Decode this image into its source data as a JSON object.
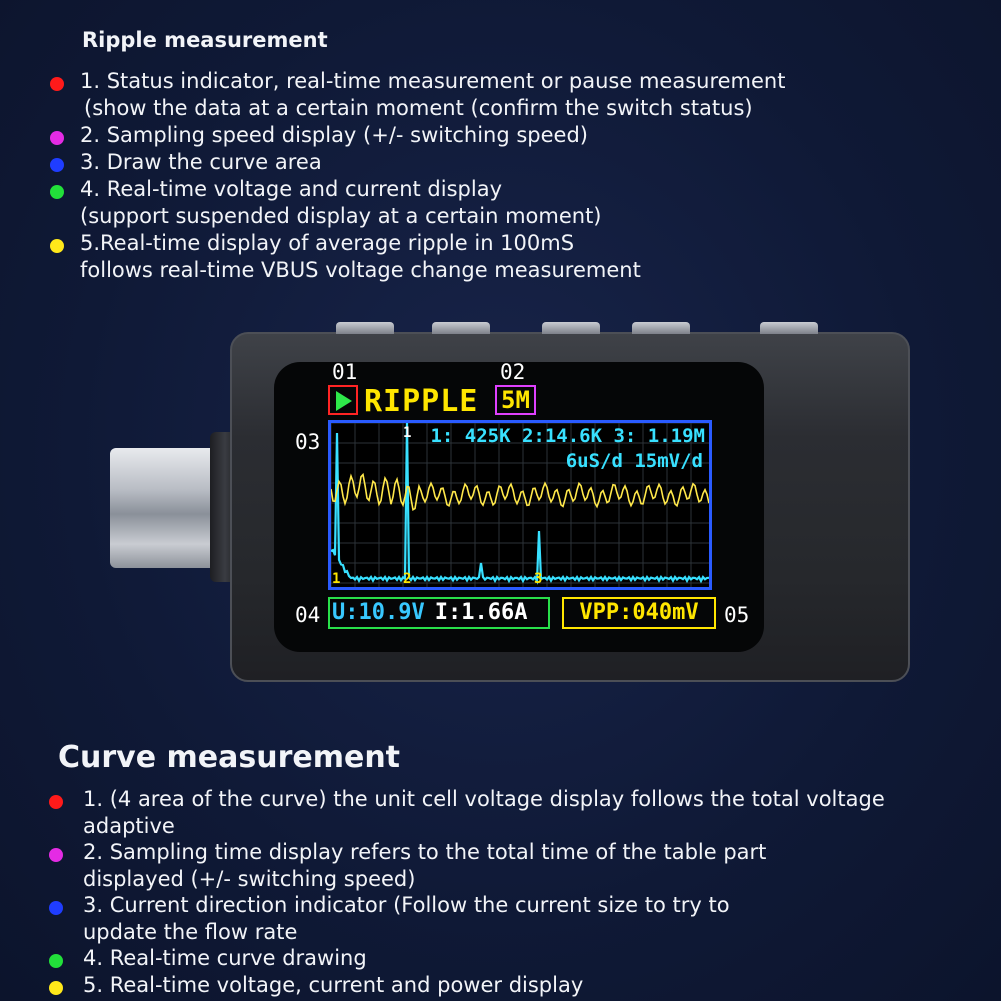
{
  "ripple": {
    "heading": "Ripple measurement",
    "items": [
      {
        "color": "#ff1a1a",
        "line1": "1. Status indicator, real-time measurement or pause measurement",
        "line2": "(show the data at a certain moment (confirm the switch status)"
      },
      {
        "color": "#e42be4",
        "line1": "2. Sampling speed display (+/- switching speed)",
        "line2": ""
      },
      {
        "color": "#1f3dff",
        "line1": "3. Draw the curve area",
        "line2": ""
      },
      {
        "color": "#22e03a",
        "line1": "4. Real-time voltage and current display",
        "line2": "(support suspended display at a certain moment)"
      },
      {
        "color": "#ffe81a",
        "line1": "5.Real-time display of average ripple in 100mS",
        "line2": "follows real-time VBUS voltage change measurement"
      }
    ]
  },
  "device": {
    "labels": {
      "l01": "01",
      "l02": "02",
      "l03": "03",
      "l04": "04",
      "l05": "05"
    },
    "mode": "RIPPLE",
    "speed": "5M",
    "freq_readout": "1: 425K 2:14.6K 3: 1.19M",
    "scale_readout": "6uS/d 15mV/d",
    "markers": {
      "m1": "1",
      "m2": "1",
      "m3": "2",
      "m4": "3"
    },
    "voltage": "U:10.9V",
    "current": "I:1.66A",
    "vpp": "VPP:040mV"
  },
  "curve": {
    "heading": "Curve measurement",
    "items": [
      {
        "color": "#ff1a1a",
        "line1": "1. (4 area of the curve) the unit cell voltage display follows the total voltage",
        "line2": "adaptive"
      },
      {
        "color": "#e42be4",
        "line1": "2. Sampling time display refers to the total time of the table part",
        "line2": "displayed (+/- switching speed)"
      },
      {
        "color": "#1f3dff",
        "line1": "3. Current direction indicator (Follow the current size to try to",
        "line2": "update the flow rate"
      },
      {
        "color": "#22e03a",
        "line1": "4. Real-time curve drawing",
        "line2": ""
      },
      {
        "color": "#ffe81a",
        "line1": "5. Real-time voltage, current and power display",
        "line2": ""
      }
    ]
  }
}
